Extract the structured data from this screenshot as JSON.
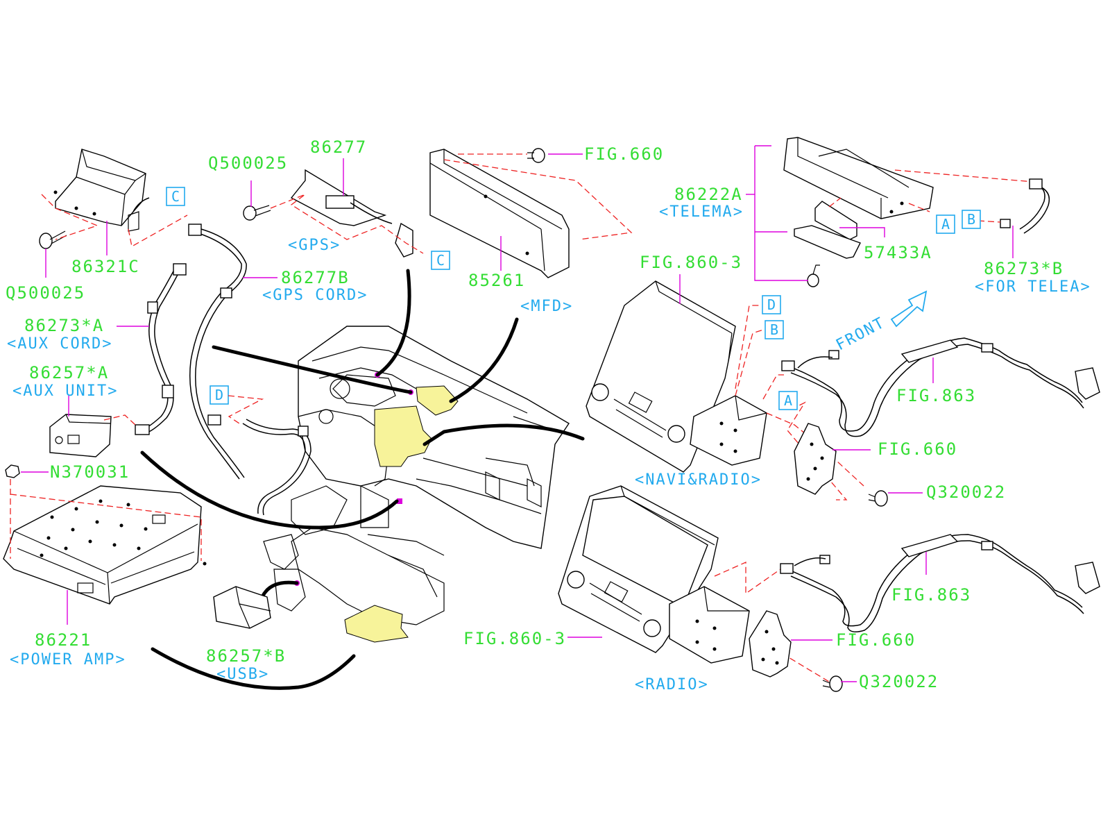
{
  "colors": {
    "part_number": "#33dd33",
    "description": "#22aaee",
    "leader": "#dd00dd",
    "dashed_link": "#ee2222",
    "highlight": "#f7f39a",
    "outline": "#000000"
  },
  "labels": {
    "q500025_left": "Q500025",
    "p86321c": "86321C",
    "p86273a": "86273*A",
    "aux_cord": "<AUX CORD>",
    "p86257a": "86257*A",
    "aux_unit": "<AUX UNIT>",
    "n370031": "N370031",
    "p86221": "86221",
    "power_amp": "<POWER AMP>",
    "q500025_top": "Q500025",
    "p86277": "86277",
    "gps": "<GPS>",
    "p86277b": "86277B",
    "gps_cord": "<GPS CORD>",
    "fig660_top": "FIG.660",
    "p85261": "85261",
    "mfd": "<MFD>",
    "p86222a": "86222A",
    "telema": "<TELEMA>",
    "p57433a": "57433A",
    "p86273b": "86273*B",
    "for_telea": "<FOR TELEA>",
    "fig8603_top": "FIG.860-3",
    "front": "FRONT",
    "fig863_top": "FIG.863",
    "fig660_mid": "FIG.660",
    "q320022_top": "Q320022",
    "navi_radio": "<NAVI&RADIO>",
    "fig863_bot": "FIG.863",
    "fig8603_bot": "FIG.860-3",
    "fig660_bot": "FIG.660",
    "q320022_bot": "Q320022",
    "radio": "<RADIO>",
    "p86257b": "86257*B",
    "usb": "<USB>"
  },
  "ref_boxes": {
    "c1": "C",
    "c2": "C",
    "d1": "D",
    "d2": "D",
    "a1": "A",
    "a2": "A",
    "b1": "B",
    "b2": "B"
  }
}
